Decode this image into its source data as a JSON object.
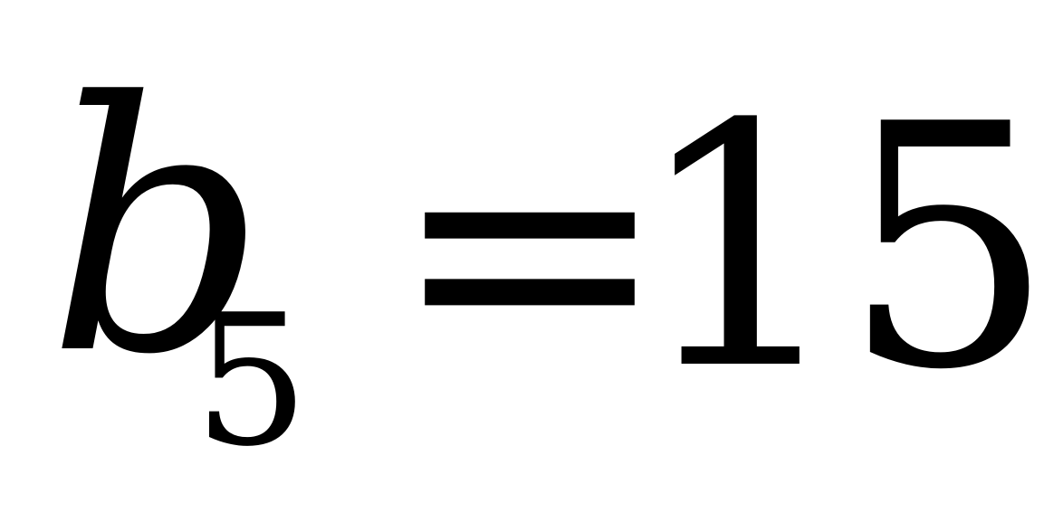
{
  "formula": {
    "variable": "b",
    "subscript": "5",
    "operator": "=",
    "value": "15"
  }
}
